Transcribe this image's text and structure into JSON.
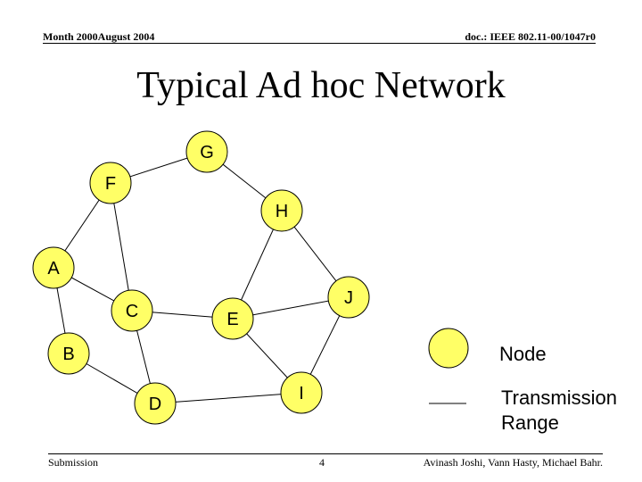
{
  "header": {
    "left": "Month 2000August 2004",
    "right": "doc.: IEEE 802.11-00/1047r0"
  },
  "title": "Typical Ad hoc Network",
  "network": {
    "nodes": [
      {
        "id": "G",
        "label": "G"
      },
      {
        "id": "F",
        "label": "F"
      },
      {
        "id": "H",
        "label": "H"
      },
      {
        "id": "A",
        "label": "A"
      },
      {
        "id": "J",
        "label": "J"
      },
      {
        "id": "C",
        "label": "C"
      },
      {
        "id": "E",
        "label": "E"
      },
      {
        "id": "B",
        "label": "B"
      },
      {
        "id": "D",
        "label": "D"
      },
      {
        "id": "I",
        "label": "I"
      }
    ],
    "links": [
      [
        "F",
        "G"
      ],
      [
        "G",
        "H"
      ],
      [
        "F",
        "A"
      ],
      [
        "F",
        "C"
      ],
      [
        "H",
        "E"
      ],
      [
        "H",
        "J"
      ],
      [
        "A",
        "C"
      ],
      [
        "A",
        "B"
      ],
      [
        "C",
        "E"
      ],
      [
        "C",
        "D"
      ],
      [
        "E",
        "J"
      ],
      [
        "E",
        "I"
      ],
      [
        "B",
        "D"
      ],
      [
        "D",
        "I"
      ],
      [
        "I",
        "J"
      ]
    ],
    "node_fill": "#ffff66",
    "node_stroke": "#000000",
    "link_color": "#000000"
  },
  "legend": {
    "node_label": "Node",
    "range_label": "Transmission\nRange"
  },
  "footer": {
    "left": "Submission",
    "center": "4",
    "right": "Avinash Joshi, Vann Hasty, Michael Bahr."
  }
}
